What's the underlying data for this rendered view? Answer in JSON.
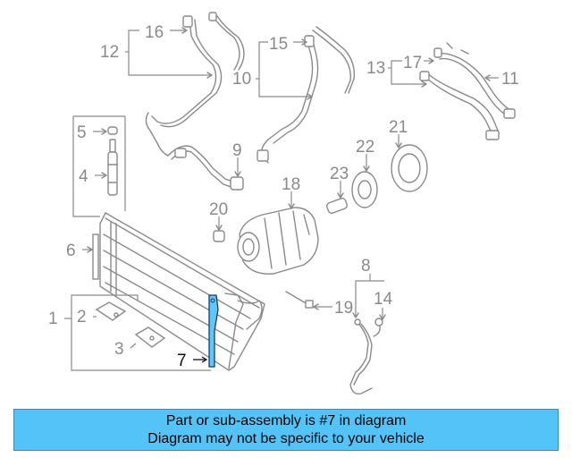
{
  "diagram": {
    "callouts": {
      "c1": "1",
      "c2": "2",
      "c3": "3",
      "c4": "4",
      "c5": "5",
      "c6": "6",
      "c7": "7",
      "c8": "8",
      "c9": "9",
      "c10": "10",
      "c11": "11",
      "c12": "12",
      "c13": "13",
      "c14": "14",
      "c15": "15",
      "c16": "16",
      "c17": "17",
      "c18": "18",
      "c19": "19",
      "c20": "20",
      "c21": "21",
      "c22": "22",
      "c23": "23"
    },
    "highlighted_part": "7",
    "highlight_color": "#5ec8f8",
    "line_color": "#8a8a8a"
  },
  "banner": {
    "line1": "Part or sub-assembly is #7 in diagram",
    "line2": "Diagram may not be specific to your vehicle",
    "background": "#54c3f7"
  }
}
